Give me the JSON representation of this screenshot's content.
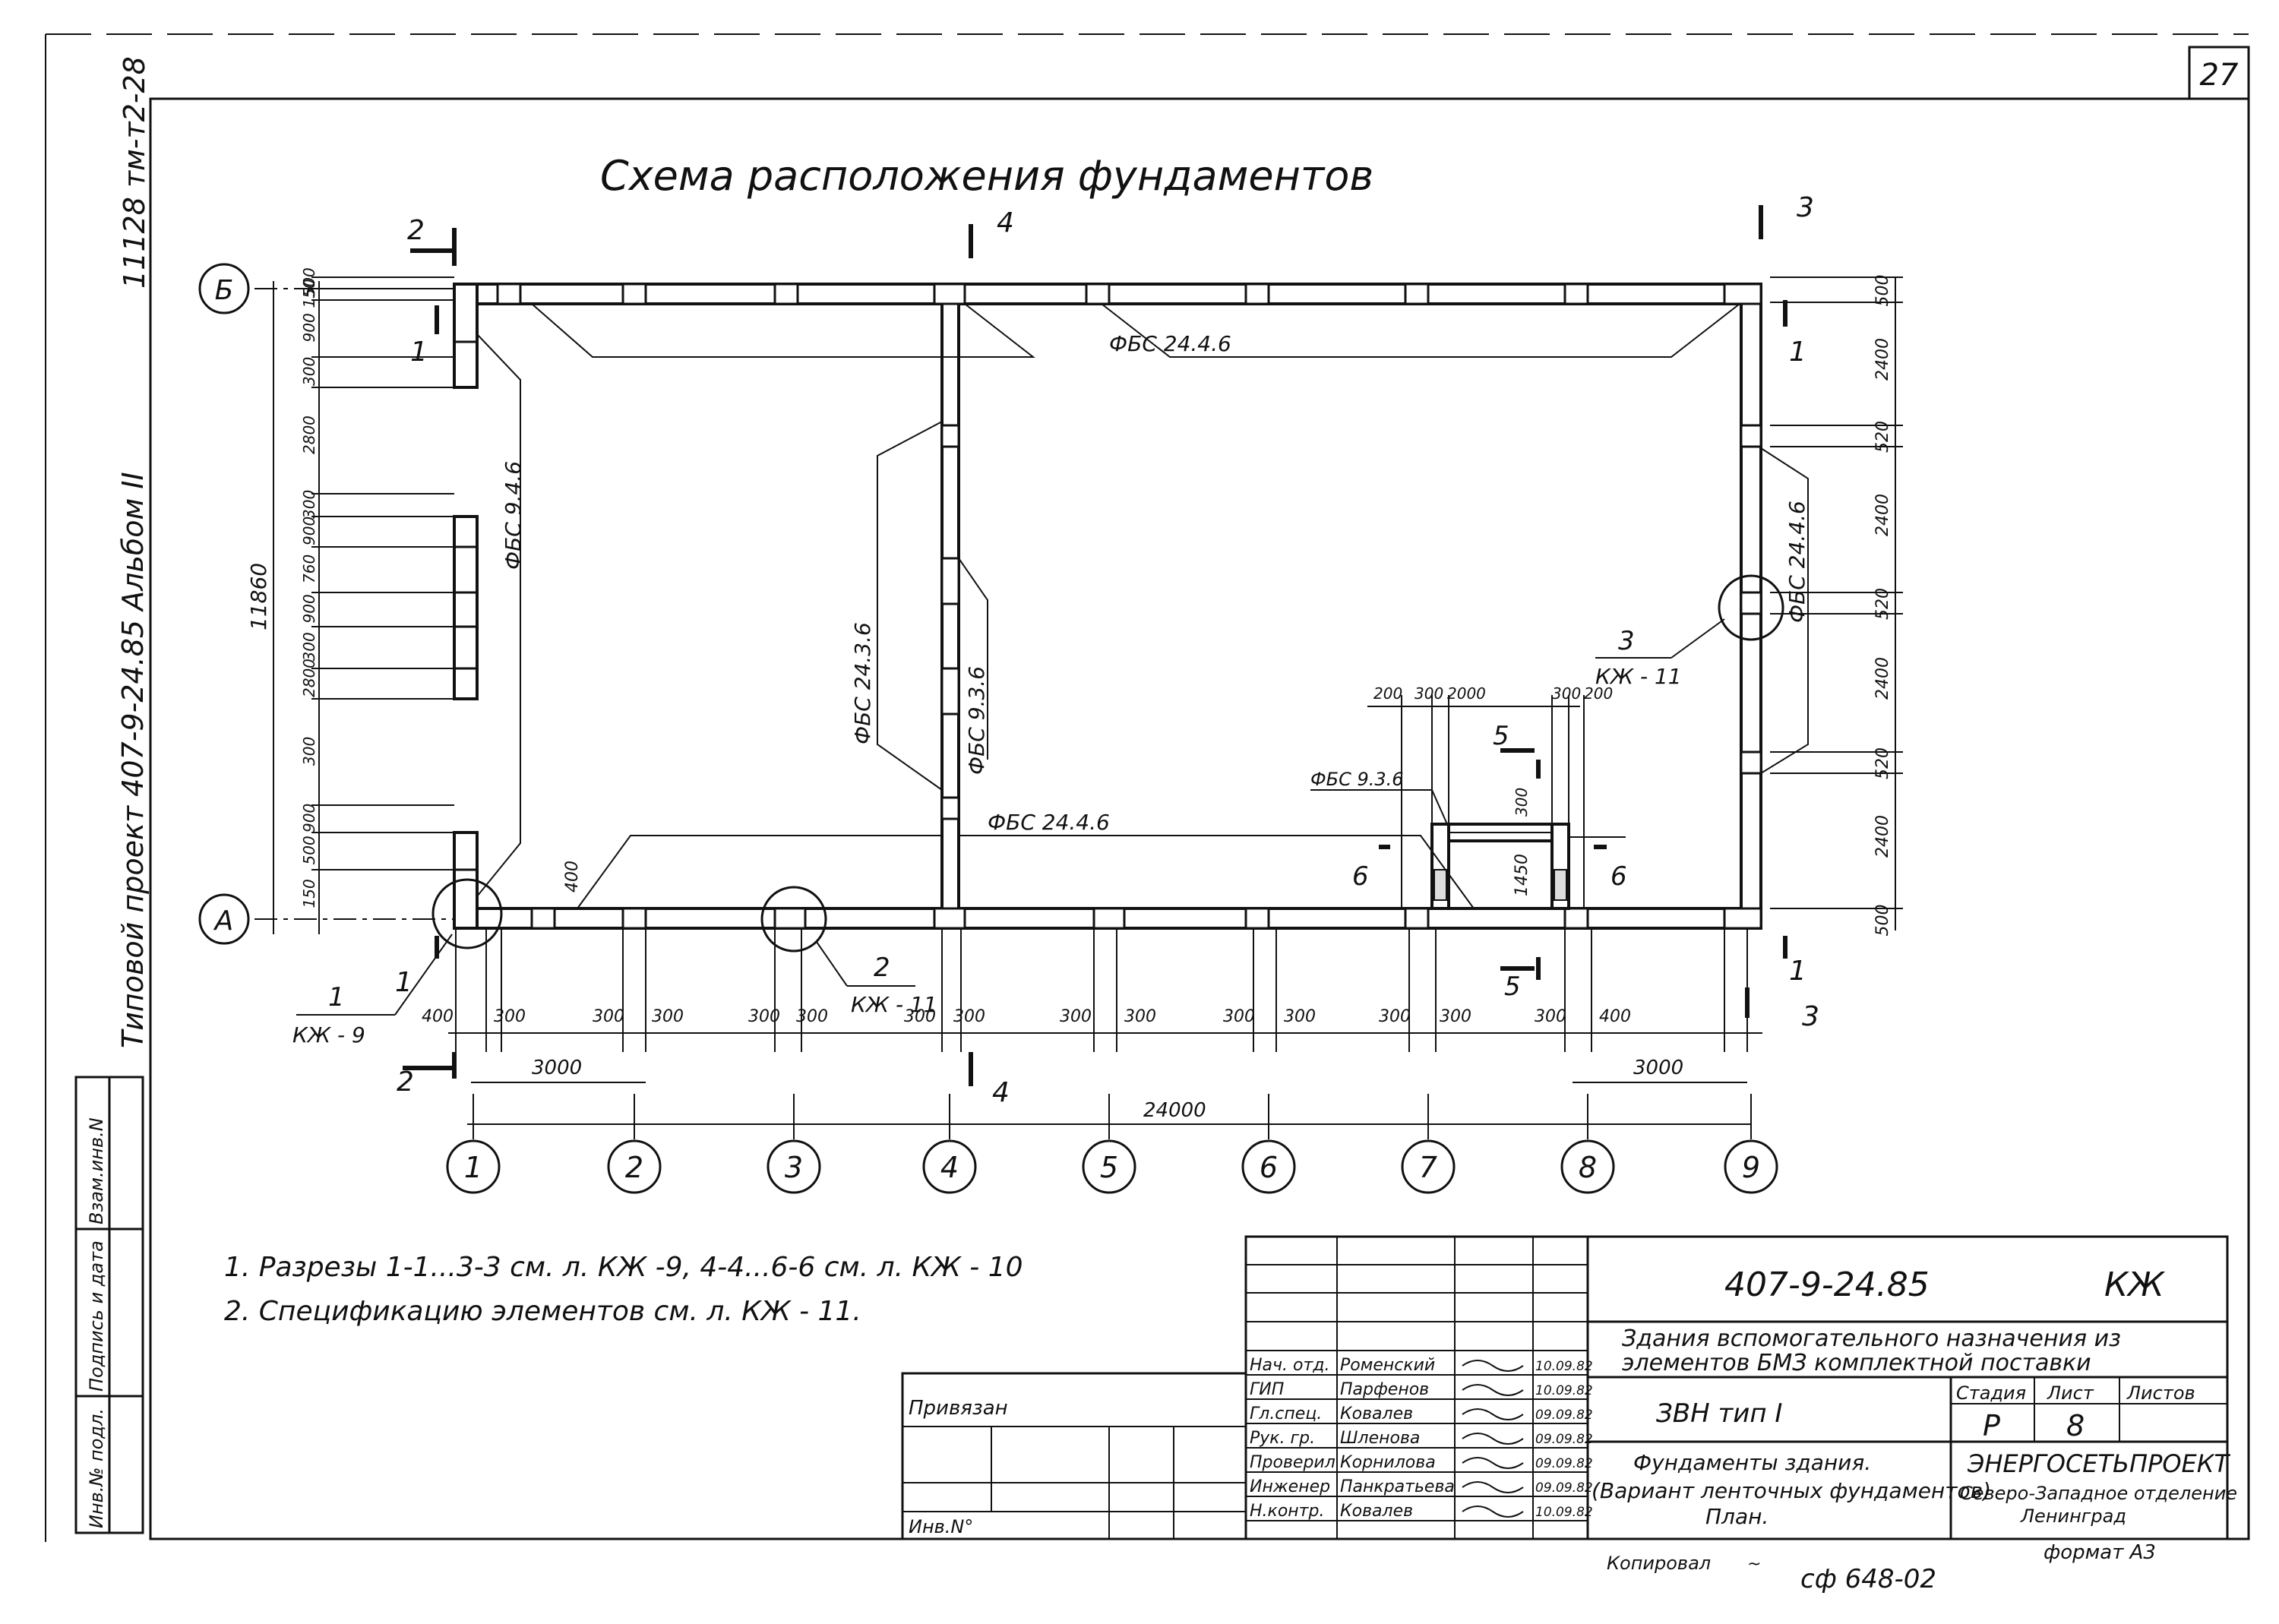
{
  "sheet": {
    "page_number": "27",
    "side_code": "11128 тм-т2-28",
    "side_album": "Типовой  проект 407-9-24.85  Альбом II",
    "title": "Схема   расположения   фундаментов",
    "copied_by": "Копировал",
    "format_label": "формат А3",
    "archive_code": "сф 648-02"
  },
  "left_stamp": {
    "vzam": "Взам.инв.N",
    "podpis": "Подпись и дата",
    "inv_podl": "Инв.№ подл."
  },
  "plan": {
    "axes_letters": [
      "Б",
      "А"
    ],
    "axes_numbers": [
      "1",
      "2",
      "3",
      "4",
      "5",
      "6",
      "7",
      "8",
      "9"
    ],
    "labels": {
      "fbs_top": "ФБС 24.4.6",
      "fbs_bottom": "ФБС 24.4.6",
      "fbs_left": "ФБС 9.4.6",
      "fbs_mid": "ФБС 24.3.6",
      "fbs_mid2": "ФБС 9.3.6",
      "fbs_right": "ФБС 24.4.6",
      "fbs_small": "ФБС 9.3.6"
    },
    "sections": {
      "s1": "1",
      "s2": "2",
      "s3": "3",
      "s4": "4",
      "s5": "5",
      "s6": "6"
    },
    "callouts": [
      {
        "num": "1",
        "sheet": "КЖ - 9"
      },
      {
        "num": "2",
        "sheet": "КЖ - 11"
      },
      {
        "num": "3",
        "sheet": "КЖ - 11"
      }
    ],
    "dims_left": [
      "500",
      "150",
      "900",
      "300",
      "2800",
      "300",
      "900",
      "760",
      "900",
      "300",
      "2800",
      "300",
      "900",
      "500",
      "150"
    ],
    "dim_left_total": "11860",
    "dim_400": "400",
    "dims_right": [
      "500",
      "2400",
      "520",
      "2400",
      "520",
      "2400",
      "520",
      "2400",
      "500"
    ],
    "dims_bottom": [
      "400",
      "300",
      "300",
      "300",
      "300",
      "300",
      "300",
      "300",
      "300",
      "300",
      "300",
      "300",
      "300",
      "300",
      "300",
      "400"
    ],
    "dim_3000_left": "3000",
    "dim_3000_right": "3000",
    "dim_total": "24000",
    "dims_door": [
      "200",
      "300",
      "2000",
      "300",
      "200"
    ],
    "dim_1450": "1450",
    "dim_300_door": "300"
  },
  "notes": [
    "1. Разрезы  1-1...3-3 см. л. КЖ -9, 4-4...6-6 см. л. КЖ - 10",
    "2. Спецификацию   элементов  см. л.  КЖ - 11."
  ],
  "title_block": {
    "privyazan": "Привязан",
    "inv_n": "Инв.N°",
    "doc_code": "407-9-24.85",
    "mark": "КЖ",
    "object_name_1": "Здания  вспомогательного  назначения  из",
    "object_name_2": "элементов  БМЗ  комплектной  поставки",
    "stage_header": "Стадия",
    "sheet_header": "Лист",
    "sheets_header": "Листов",
    "stage": "Р",
    "sheet": "8",
    "building": "ЗВН   тип  I",
    "drawing_title_1": "Фундаменты здания.",
    "drawing_title_2": "(Вариант ленточных фундаментов)",
    "drawing_title_3": "План.",
    "org_1": "ЭНЕРГОСЕТЬПРОЕКТ",
    "org_2": "Северо-Западное отделение",
    "org_3": "Ленинград",
    "staff": [
      {
        "role": "Нач. отд.",
        "name": "Роменский",
        "date": "10.09.82"
      },
      {
        "role": "ГИП",
        "name": "Парфенов",
        "date": "10.09.82"
      },
      {
        "role": "Гл.спец.",
        "name": "Ковалев",
        "date": "09.09.82"
      },
      {
        "role": "Рук. гр.",
        "name": "Шленова",
        "date": "09.09.82"
      },
      {
        "role": "Проверил",
        "name": "Корнилова",
        "date": "09.09.82"
      },
      {
        "role": "Инженер",
        "name": "Панкратьева",
        "date": "09.09.82"
      },
      {
        "role": "Н.контр.",
        "name": "Ковалев",
        "date": "10.09.82"
      }
    ]
  }
}
